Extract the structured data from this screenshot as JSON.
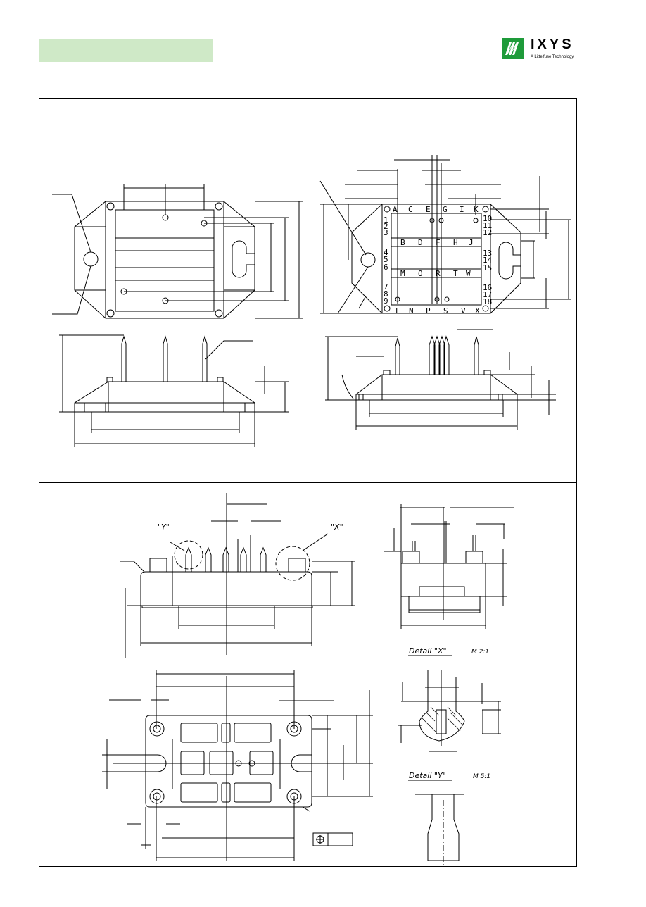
{
  "header": {
    "brand": "IXYS",
    "brand_sub": "A Littelfuse Technology"
  },
  "top_right_view": {
    "top_letters": [
      "A",
      "C",
      "E",
      "G",
      "I",
      "K"
    ],
    "bottom_letters": [
      "L",
      "N",
      "P",
      "S",
      "V",
      "X"
    ],
    "left_numbers": [
      "1",
      "2",
      "3",
      "4",
      "5",
      "6",
      "7",
      "8",
      "9"
    ],
    "right_numbers": [
      "10",
      "11",
      "12",
      "13",
      "14",
      "15",
      "16",
      "17",
      "18"
    ],
    "inner_letters_row1": [
      "B",
      "D",
      "F",
      "H",
      "J"
    ],
    "inner_letters_row2": [
      "M",
      "O",
      "R",
      "T",
      "W"
    ]
  },
  "bottom_view": {
    "detail_y_callout": "\"Y\"",
    "detail_x_callout": "\"X\"",
    "detail_x_title": "Detail \"X\"",
    "detail_x_scale": "M 2:1",
    "detail_y_title": "Detail \"Y\"",
    "detail_y_scale": "M 5:1"
  }
}
